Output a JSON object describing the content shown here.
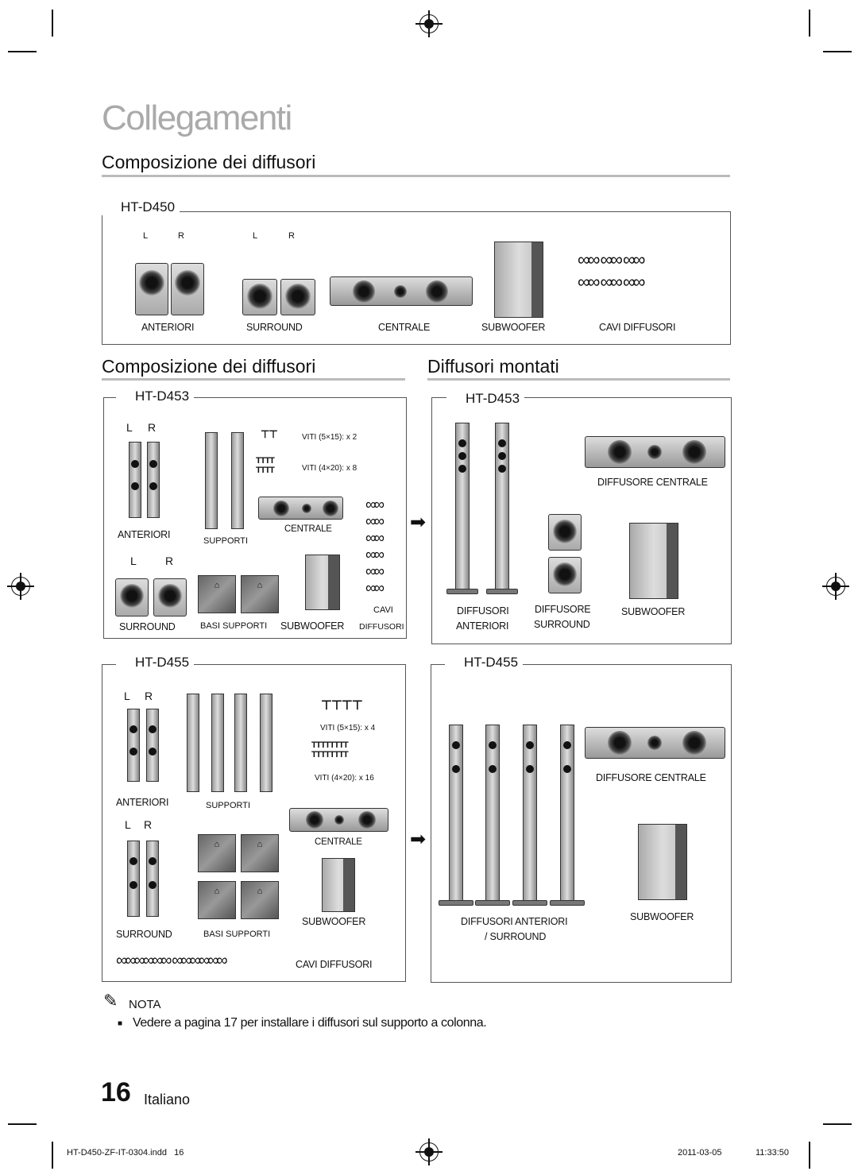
{
  "page": {
    "title": "Collegamenti",
    "page_number": "16",
    "language": "Italiano"
  },
  "sections": {
    "composition_1": "Composizione dei diffusori",
    "composition_2": "Composizione dei diffusori",
    "mounted": "Diffusori montati"
  },
  "ht_d450": {
    "model": "HT-D450",
    "lr_1_l": "L",
    "lr_1_r": "R",
    "lr_2_l": "L",
    "lr_2_r": "R",
    "labels": {
      "front": "ANTERIORI",
      "surround": "SURROUND",
      "centre": "CENTRALE",
      "subwoofer": "SUBWOOFER",
      "cables": "CAVI DIFFUSORI"
    }
  },
  "ht_d453_comp": {
    "model": "HT-D453",
    "lr_top_l": "L",
    "lr_top_r": "R",
    "lr_bottom_l": "L",
    "lr_bottom_r": "R",
    "screws_a": "VITI (5×15): x 2",
    "screws_b": "VITI (4×20): x 8",
    "labels": {
      "front": "ANTERIORI",
      "supports": "SUPPORTI",
      "centre": "CENTRALE",
      "cables_1": "CAVI",
      "cables_2": "DIFFUSORI",
      "surround": "SURROUND",
      "bases": "BASI SUPPORTI",
      "subwoofer": "SUBWOOFER"
    }
  },
  "ht_d453_mount": {
    "model": "HT-D453",
    "labels": {
      "centre": "DIFFUSORE CENTRALE",
      "front_1": "DIFFUSORI",
      "front_2": "ANTERIORI",
      "surround_1": "DIFFUSORE",
      "surround_2": "SURROUND",
      "subwoofer": "SUBWOOFER"
    }
  },
  "ht_d455_comp": {
    "model": "HT-D455",
    "lr_top_l": "L",
    "lr_top_r": "R",
    "lr_bottom_l": "L",
    "lr_bottom_r": "R",
    "screws_a": "VITI (5×15): x 4",
    "screws_b": "VITI (4×20): x 16",
    "labels": {
      "front": "ANTERIORI",
      "supports": "SUPPORTI",
      "centre": "CENTRALE",
      "subwoofer": "SUBWOOFER",
      "surround": "SURROUND",
      "bases": "BASI SUPPORTI",
      "cables": "CAVI DIFFUSORI"
    }
  },
  "ht_d455_mount": {
    "model": "HT-D455",
    "labels": {
      "centre": "DIFFUSORE CENTRALE",
      "front_surround_1": "DIFFUSORI ANTERIORI",
      "front_surround_2": "/ SURROUND",
      "subwoofer": "SUBWOOFER"
    }
  },
  "note": {
    "heading": "NOTA",
    "text": "Vedere a pagina 17 per installare i diffusori sul supporto a colonna."
  },
  "footer": {
    "file": "HT-D450-ZF-IT-0304.indd   16",
    "date": "2011-03-05",
    "time": "11:33:50"
  }
}
